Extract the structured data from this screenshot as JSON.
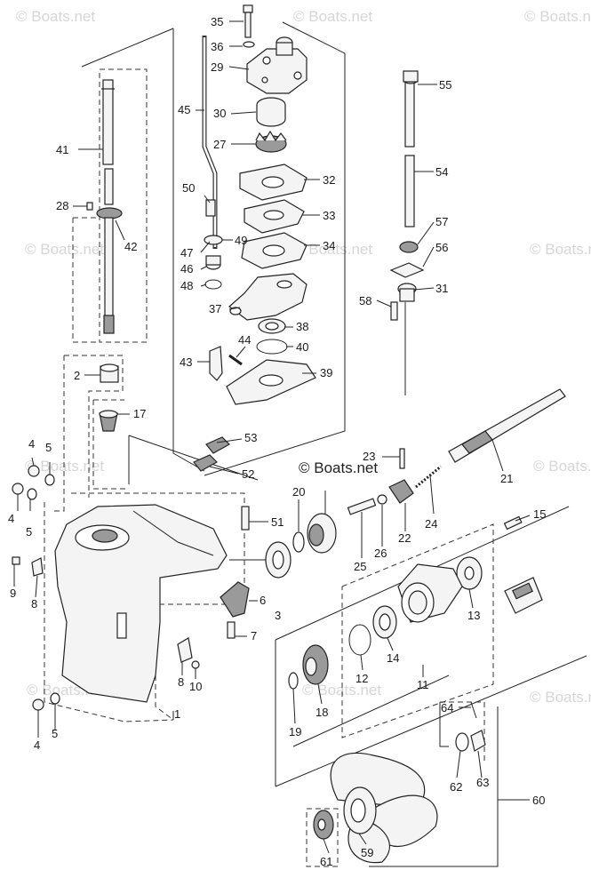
{
  "watermark": "© Boats.net",
  "labels": {
    "n1": "1",
    "n2": "2",
    "n3": "3",
    "n4a": "4",
    "n4b": "4",
    "n4c": "4",
    "n5a": "5",
    "n5b": "5",
    "n5c": "5",
    "n6": "6",
    "n7": "7",
    "n8a": "8",
    "n8b": "8",
    "n9": "9",
    "n10": "10",
    "n11": "11",
    "n12": "12",
    "n13": "13",
    "n14": "14",
    "n15": "15",
    "n17": "17",
    "n18": "18",
    "n19": "19",
    "n20": "20",
    "n21": "21",
    "n22": "22",
    "n23": "23",
    "n24": "24",
    "n25": "25",
    "n26": "26",
    "n27": "27",
    "n28": "28",
    "n29": "29",
    "n30": "30",
    "n31": "31",
    "n32": "32",
    "n33": "33",
    "n34": "34",
    "n35": "35",
    "n36": "36",
    "n37": "37",
    "n38": "38",
    "n39": "39",
    "n40": "40",
    "n41": "41",
    "n42": "42",
    "n43": "43",
    "n44": "44",
    "n45": "45",
    "n46": "46",
    "n47": "47",
    "n48": "48",
    "n49": "49",
    "n50": "50",
    "n51": "51",
    "n52": "52",
    "n53": "53",
    "n54": "54",
    "n55": "55",
    "n56": "56",
    "n57": "57",
    "n58": "58",
    "n59": "59",
    "n60": "60",
    "n61": "61",
    "n62": "62",
    "n63": "63",
    "n64": "64"
  },
  "colors": {
    "line": "#222222",
    "watermark": "#d6d6d6",
    "background": "#ffffff"
  }
}
